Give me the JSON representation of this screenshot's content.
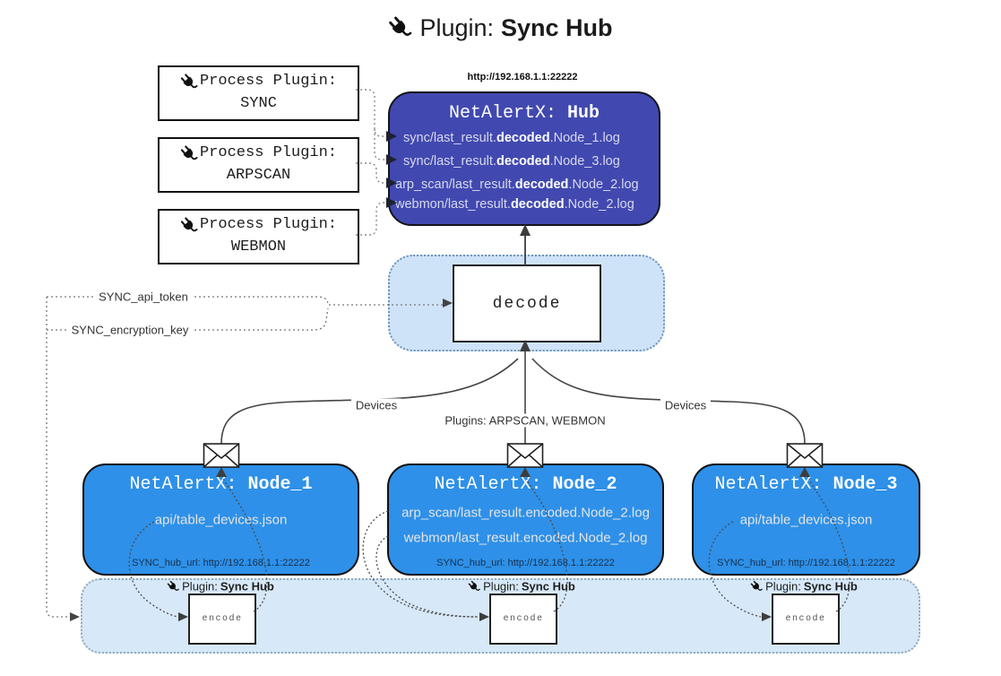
{
  "colors": {
    "hub_fill": "#4149b0",
    "node_fill": "#2e90e8",
    "decode_panel_fill": "#cfe3f8",
    "encode_strip_fill": "#d7e8f8",
    "line_dark": "#3d3d3d",
    "dotted_gray": "#777777"
  },
  "title": {
    "prefix": "Plugin:",
    "name": "Sync Hub"
  },
  "hub": {
    "url": "http://192.168.1.1:22222",
    "title_prefix": "NetAlertX:",
    "title_name": "Hub",
    "logs": [
      {
        "pre": "sync/last_result.",
        "mid": "decoded",
        "post": ".Node_1.log"
      },
      {
        "pre": "sync/last_result.",
        "mid": "decoded",
        "post": ".Node_3.log"
      },
      {
        "pre": "arp_scan/last_result.",
        "mid": "decoded",
        "post": ".Node_2.log"
      },
      {
        "pre": "webmon/last_result.",
        "mid": "decoded",
        "post": ".Node_2.log"
      }
    ]
  },
  "process_plugins": [
    {
      "label": "Process Plugin:",
      "name": "SYNC"
    },
    {
      "label": "Process Plugin:",
      "name": "ARPSCAN"
    },
    {
      "label": "Process Plugin:",
      "name": "WEBMON"
    }
  ],
  "decode_label": "decode",
  "config": {
    "api_token": "SYNC_api_token",
    "encryption_key": "SYNC_encryption_key"
  },
  "edge_labels": {
    "devices_left": "Devices",
    "devices_right": "Devices",
    "plugins": "Plugins: ARPSCAN, WEBMON"
  },
  "nodes": [
    {
      "title_prefix": "NetAlertX:",
      "title_name": "Node_1",
      "files": [
        "api/table_devices.json"
      ],
      "hub_url": "SYNC_hub_url: http://192.168.1.1:22222"
    },
    {
      "title_prefix": "NetAlertX:",
      "title_name": "Node_2",
      "files": [
        "arp_scan/last_result.encoded.Node_2.log",
        "webmon/last_result.encoded.Node_2.log"
      ],
      "hub_url": "SYNC_hub_url: http://192.168.1.1:22222"
    },
    {
      "title_prefix": "NetAlertX:",
      "title_name": "Node_3",
      "files": [
        "api/table_devices.json"
      ],
      "hub_url": "SYNC_hub_url: http://192.168.1.1:22222"
    }
  ],
  "encode_plugins": [
    {
      "label_prefix": "Plugin:",
      "label_name": "Sync Hub",
      "box_label": "encode"
    },
    {
      "label_prefix": "Plugin:",
      "label_name": "Sync Hub",
      "box_label": "encode"
    },
    {
      "label_prefix": "Plugin:",
      "label_name": "Sync Hub",
      "box_label": "encode"
    }
  ]
}
